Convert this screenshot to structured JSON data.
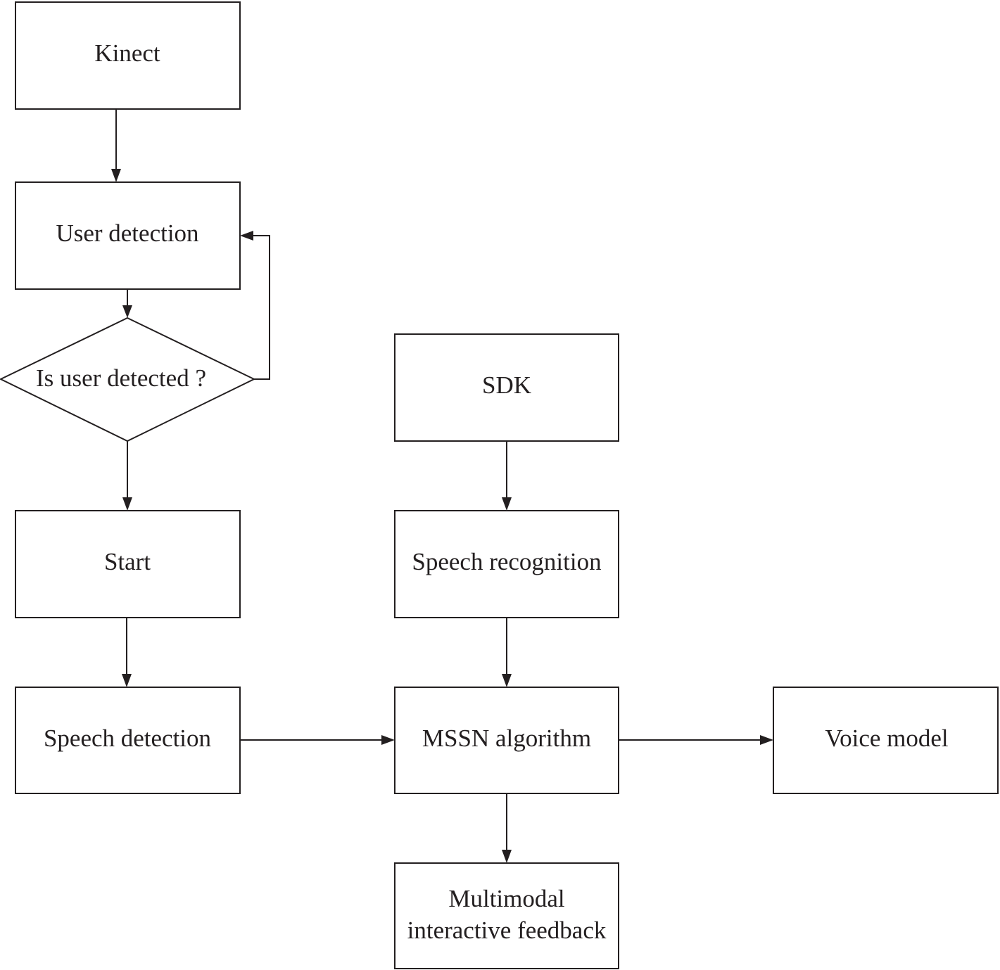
{
  "nodes": {
    "kinect": {
      "label": "Kinect"
    },
    "user_detection": {
      "label": "User detection"
    },
    "is_user_detected": {
      "label": "Is user detected ?"
    },
    "start": {
      "label": "Start"
    },
    "speech_detection": {
      "label": "Speech detection"
    },
    "sdk": {
      "label": "SDK"
    },
    "speech_recognition": {
      "label": "Speech recognition"
    },
    "mssn_algorithm": {
      "label": "MSSN algorithm"
    },
    "voice_model": {
      "label": "Voice model"
    },
    "multimodal_feedback": {
      "line1": "Multimodal",
      "line2": "interactive feedback"
    }
  },
  "edges": [
    {
      "from": "Kinect",
      "to": "User detection"
    },
    {
      "from": "User detection",
      "to": "Is user detected ?"
    },
    {
      "from": "Is user detected ?",
      "to": "User detection"
    },
    {
      "from": "Is user detected ?",
      "to": "Start"
    },
    {
      "from": "Start",
      "to": "Speech detection"
    },
    {
      "from": "SDK",
      "to": "Speech recognition"
    },
    {
      "from": "Speech recognition",
      "to": "MSSN algorithm"
    },
    {
      "from": "Speech detection",
      "to": "MSSN algorithm"
    },
    {
      "from": "MSSN algorithm",
      "to": "Voice model"
    },
    {
      "from": "MSSN algorithm",
      "to": "Multimodal interactive feedback"
    }
  ],
  "colors": {
    "stroke": "#231f20",
    "background": "#ffffff"
  }
}
